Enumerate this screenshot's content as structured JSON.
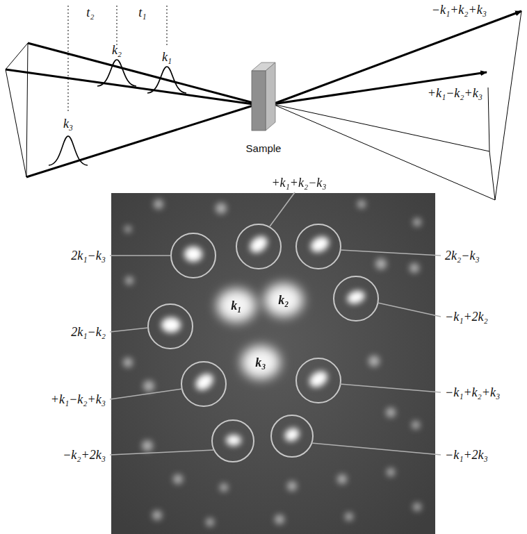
{
  "diagram": {
    "labels": [
      "t₂",
      "t₁",
      "k₂",
      "k₁",
      "k₃",
      "Sample",
      "−k₁+k₂+k₃",
      "+k₁−k₂+k₃",
      "+k₁+k₂−k₃",
      "2k₁−k₃",
      "2k₂−k₃",
      "2k₁−k₂",
      "−k₁+2k₂",
      "+k₁−k₂+k₃",
      "−k₁+k₂+k₃",
      "−k₂+2k₃",
      "−k₁+2k₃",
      "k₁",
      "k₂",
      "k₃"
    ]
  }
}
